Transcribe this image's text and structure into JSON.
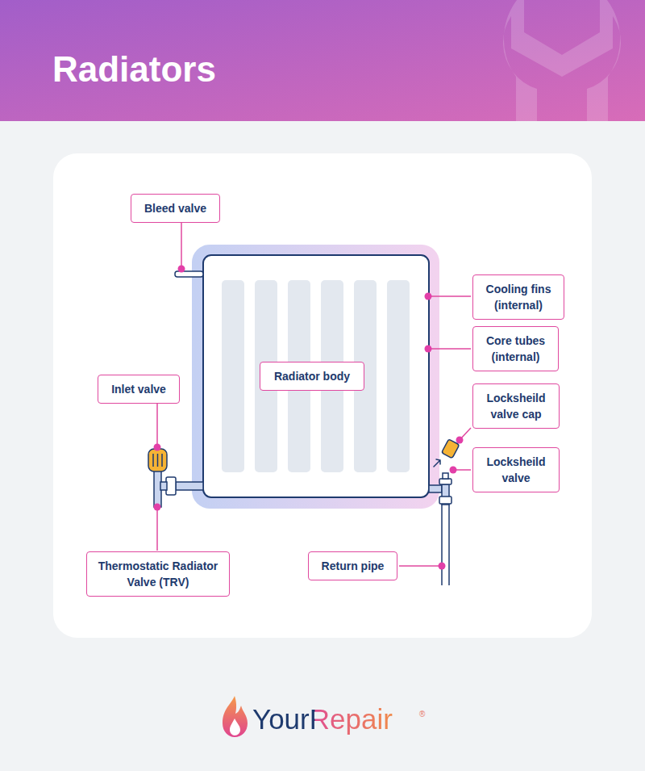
{
  "diagram": {
    "title": "Radiators",
    "nodes": [
      {
        "text": [
          "Bleed valve"
        ]
      },
      {
        "text": [
          "Cooling fins (internal)"
        ]
      },
      {
        "text": [
          "Core tubes (internal)"
        ]
      },
      {
        "text": [
          "Radiator body"
        ]
      },
      {
        "text": [
          "Inlet valve"
        ]
      },
      {
        "text": [
          "Locksheild valve cap"
        ]
      },
      {
        "text": [
          "Locksheild valve"
        ]
      },
      {
        "text": [
          "Thermostatic Radiator Valve (TRV)"
        ]
      },
      {
        "text": [
          "Return pipe"
        ]
      }
    ],
    "labels": [
      "YourRepair",
      "®"
    ]
  }
}
